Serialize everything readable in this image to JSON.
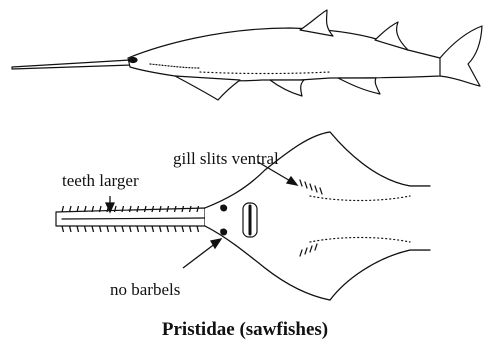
{
  "labels": {
    "gill_slits": "gill slits ventral",
    "teeth": "teeth larger",
    "barbels": "no barbels"
  },
  "caption": "Pristidae (sawfishes)"
}
